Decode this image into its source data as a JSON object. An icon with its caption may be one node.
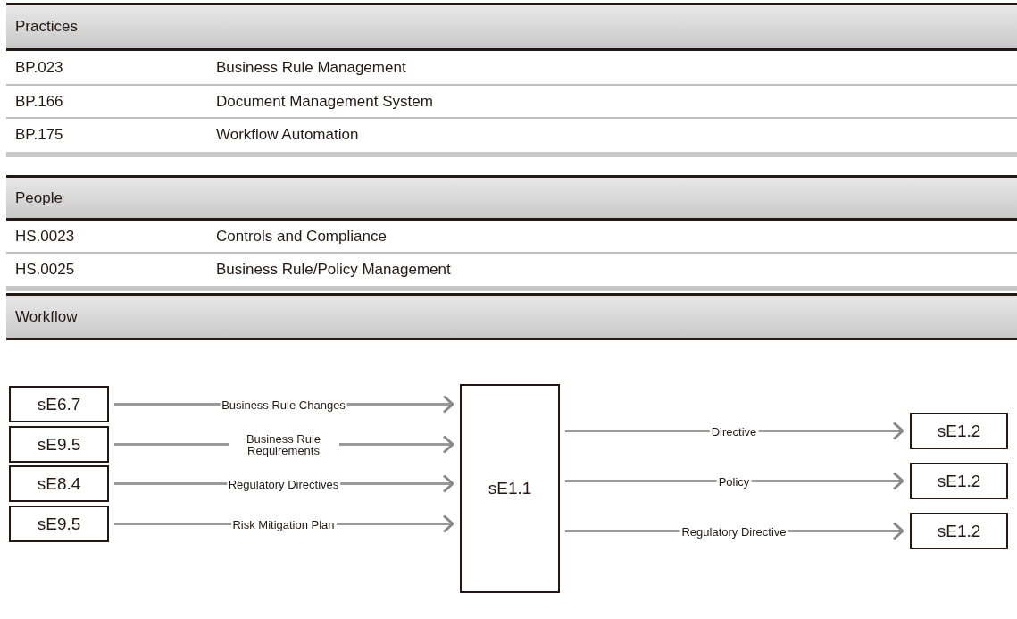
{
  "diagram": {
    "nodes": [
      {
        "text": [
          "sE6.7"
        ]
      },
      {
        "text": [
          "sE9.5"
        ]
      },
      {
        "text": [
          "sE8.4"
        ]
      },
      {
        "text": [
          "sE9.5"
        ]
      },
      {
        "text": [
          "sE1.1"
        ]
      },
      {
        "text": [
          "sE1.2"
        ]
      },
      {
        "text": [
          "sE1.2"
        ]
      },
      {
        "text": [
          "sE1.2"
        ]
      }
    ],
    "edges": [
      {
        "from": 0,
        "to": 4,
        "arrow": "to",
        "label": "Business Rule Changes"
      },
      {
        "from": 1,
        "to": 4,
        "arrow": "to",
        "label": "Business Rule Requirements"
      },
      {
        "from": 2,
        "to": 4,
        "arrow": "to",
        "label": "Regulatory Directives"
      },
      {
        "from": 3,
        "to": 4,
        "arrow": "to",
        "label": "Risk Mitigation Plan"
      },
      {
        "from": 4,
        "to": 5,
        "arrow": "to",
        "label": "Directive"
      },
      {
        "from": 4,
        "to": 6,
        "arrow": "to",
        "label": "Policy"
      },
      {
        "from": 4,
        "to": 7,
        "arrow": "to",
        "label": "Regulatory Directive"
      }
    ],
    "labels": [
      "Practices",
      "BP.023",
      "Business Rule Management",
      "BP.166",
      "Document Management System",
      "BP.175",
      "Workflow Automation",
      "People",
      "HS.0023",
      "Controls and Compliance",
      "HS.0025",
      "Business Rule/Policy Management",
      "Workflow"
    ]
  }
}
